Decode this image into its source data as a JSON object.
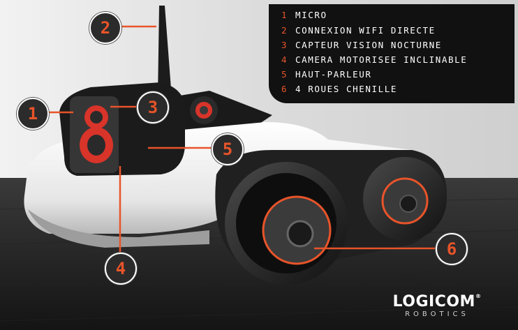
{
  "colors": {
    "accent": "#e8542a",
    "legend_bg": "#111111",
    "text": "#ffffff"
  },
  "legend": {
    "items": [
      {
        "number": "1",
        "label": "MICRO"
      },
      {
        "number": "2",
        "label": "CONNEXION WIFI DIRECTE"
      },
      {
        "number": "3",
        "label": "CAPTEUR VISION NOCTURNE"
      },
      {
        "number": "4",
        "label": "CAMERA MOTORISEE INCLINABLE"
      },
      {
        "number": "5",
        "label": "HAUT-PARLEUR"
      },
      {
        "number": "6",
        "label": "4 ROUES CHENILLE"
      }
    ]
  },
  "callouts": [
    "1",
    "2",
    "3",
    "4",
    "5",
    "6"
  ],
  "logo": {
    "brand": "LOGICOM",
    "registered": "®",
    "sub": "ROBOTICS"
  }
}
